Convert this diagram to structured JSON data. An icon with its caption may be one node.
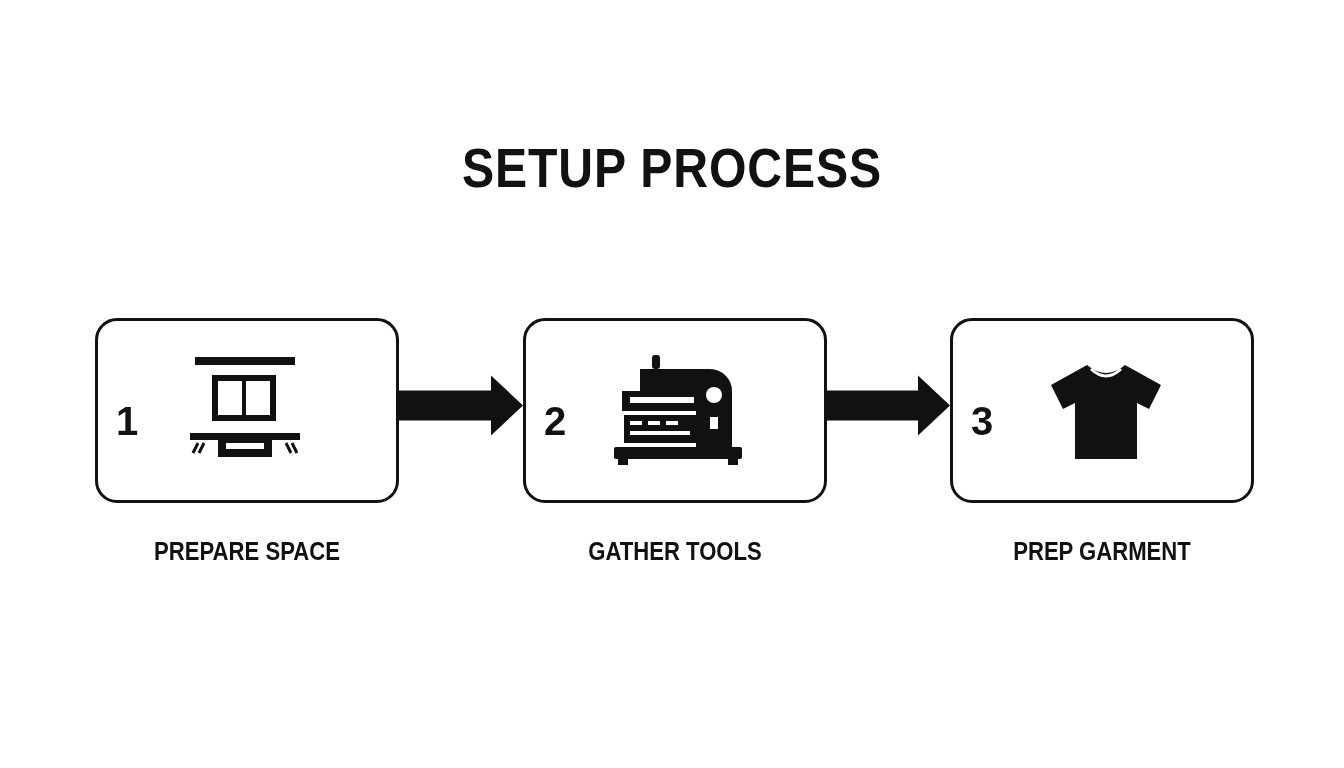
{
  "diagram": {
    "title": "SETUP PROCESS",
    "nodes": [
      {
        "text": [
          "1"
        ],
        "beside": [
          "PREPARE SPACE"
        ]
      },
      {
        "text": [
          "2"
        ],
        "beside": [
          "GATHER TOOLS"
        ]
      },
      {
        "text": [
          "3"
        ],
        "beside": [
          "PREP GARMENT"
        ]
      }
    ],
    "edges": [
      {
        "from": 0,
        "to": 1,
        "arrow": "to"
      },
      {
        "from": 1,
        "to": 2,
        "arrow": "to"
      }
    ]
  }
}
